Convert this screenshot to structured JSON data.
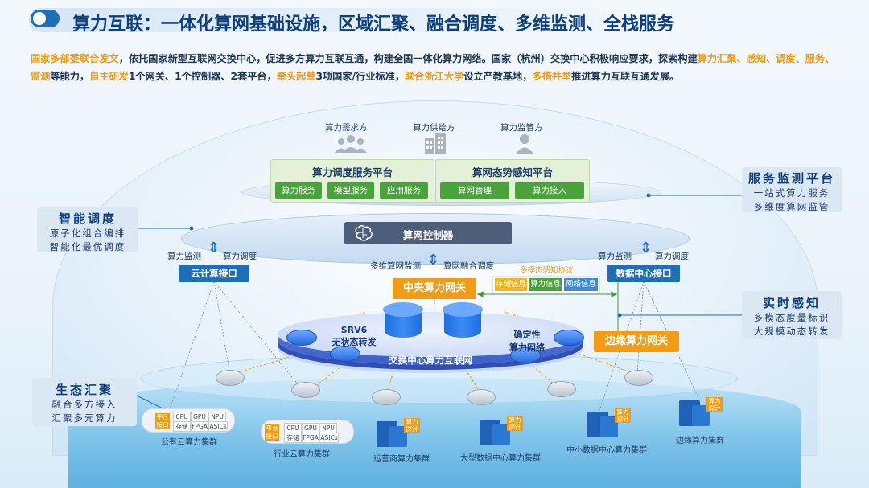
{
  "header": {
    "title": "算力互联：一体化算网基础设施，区域汇聚、融合调度、多维监测、全栈服务"
  },
  "intro": {
    "p1": "国家多部委联合发文",
    "p2": "，依托国家新型互联网交换中心，促进多方算力互联互通，构建全国一体化算力网络。国家（杭州）交换中心积极响应要求，探索构建",
    "p3": "算力汇聚、感知、调度、服务、监测",
    "p4": "等能力，",
    "p5": "自主研发",
    "p6": "1个网关、1个控制器、2套平台，",
    "p7": "牵头起草",
    "p8": "3项国家/行业标准，",
    "p9": "联合浙江大学",
    "p10": "设立产教基地，",
    "p11": "多措并举",
    "p12": "推进算力互联互通发展。"
  },
  "roles": {
    "demand": "算力需求方",
    "supply": "算力供给方",
    "supervise": "算力监管方"
  },
  "platforms": {
    "scheduling": {
      "title": "算力调度服务平台",
      "items": [
        "算力服务",
        "模型服务",
        "应用服务"
      ]
    },
    "perception": {
      "title": "算网态势感知平台",
      "items": [
        "算网管理",
        "算力接入"
      ]
    }
  },
  "controller": {
    "label": "算网控制器"
  },
  "interfaces": {
    "cloud": "云计算接口",
    "datacenter": "数据中心接口",
    "central_gw": "中央算力网关",
    "edge_gw": "边缘算力网关"
  },
  "arrow_labels": {
    "left_up": "算力监测",
    "left_down": "算力调度",
    "mid_left": "多维算网监测",
    "mid_right": "算网融合调度",
    "right_up": "算力监测",
    "right_down": "算力调度"
  },
  "protocol": {
    "title": "多模态感知协议",
    "tags": [
      "存储信息",
      "算力信息",
      "网络信息"
    ]
  },
  "exchange": {
    "label": "交换中心算力互联网",
    "srv6": "SRV6",
    "srv6_sub": "无状态转发",
    "det": "确定性",
    "det_sub": "算力网络"
  },
  "side_boxes": {
    "smart": {
      "title": "智能调度",
      "lines": [
        "原子化组合编排",
        "智能化最优调度"
      ]
    },
    "service": {
      "title": "服务监测平台",
      "lines": [
        "一站式算力服务",
        "多维度算网监管"
      ]
    },
    "realtime": {
      "title": "实时感知",
      "lines": [
        "多模态度量标识",
        "大规模动态转发"
      ]
    },
    "eco": {
      "title": "生态汇聚",
      "lines": [
        "融合多方接入",
        "汇聚多元算力"
      ]
    }
  },
  "clusters": {
    "public": "公有云算力集群",
    "industry": "行业云算力集群",
    "operator": "运营商算力集群",
    "large_dc": "大型数据中心算力集群",
    "small_dc": "中小数据中心算力集群",
    "edge": "边缘算力集群"
  },
  "chips": {
    "platform": "平台",
    "interface": "接口",
    "cpu": "CPU",
    "gpu": "GPU",
    "npu": "NPU",
    "storage": "存储",
    "fpga": "FPGA",
    "asics": "ASICs"
  },
  "server_tag": {
    "l1": "算力",
    "l2": "探针"
  },
  "colors": {
    "accent": "#f19c14",
    "brand": "#1f6fb8",
    "title": "#0d3f7a",
    "green": "#49a33a"
  }
}
